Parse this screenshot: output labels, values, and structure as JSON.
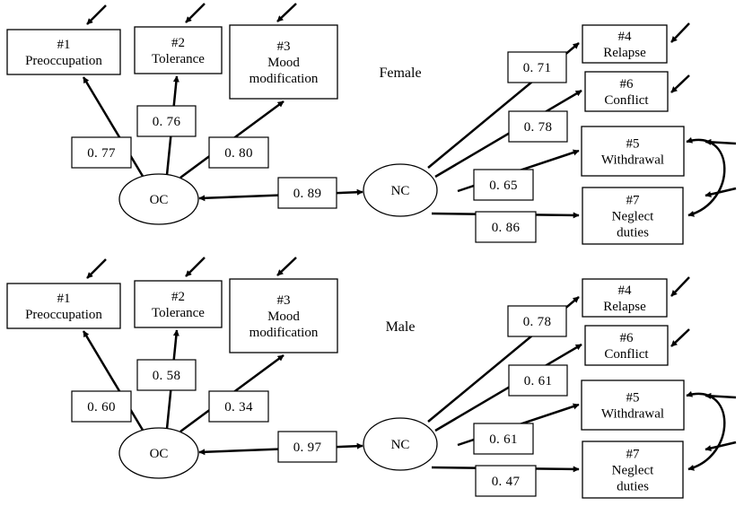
{
  "panels": [
    {
      "title": "Female",
      "oc_label": "OC",
      "nc_label": "NC",
      "latent_correlation": "0. 89",
      "oc_items": [
        {
          "num": "#1",
          "lines": [
            "Preoccupation"
          ],
          "loading": "0. 77"
        },
        {
          "num": "#2",
          "lines": [
            "Tolerance"
          ],
          "loading": "0. 76"
        },
        {
          "num": "#3",
          "lines": [
            "Mood",
            "modification"
          ],
          "loading": "0. 80"
        }
      ],
      "nc_items": [
        {
          "num": "#4",
          "lines": [
            "Relapse"
          ],
          "loading": "0. 71"
        },
        {
          "num": "#6",
          "lines": [
            "Conflict"
          ],
          "loading": "0. 78"
        },
        {
          "num": "#5",
          "lines": [
            "Withdrawal"
          ],
          "loading": "0. 65"
        },
        {
          "num": "#7",
          "lines": [
            "Neglect",
            "duties"
          ],
          "loading": "0. 86"
        }
      ]
    },
    {
      "title": "Male",
      "oc_label": "OC",
      "nc_label": "NC",
      "latent_correlation": "0. 97",
      "oc_items": [
        {
          "num": "#1",
          "lines": [
            "Preoccupation"
          ],
          "loading": "0. 60"
        },
        {
          "num": "#2",
          "lines": [
            "Tolerance"
          ],
          "loading": "0. 58"
        },
        {
          "num": "#3",
          "lines": [
            "Mood",
            "modification"
          ],
          "loading": "0. 34"
        }
      ],
      "nc_items": [
        {
          "num": "#4",
          "lines": [
            "Relapse"
          ],
          "loading": "0. 78"
        },
        {
          "num": "#6",
          "lines": [
            "Conflict"
          ],
          "loading": "0. 61"
        },
        {
          "num": "#5",
          "lines": [
            "Withdrawal"
          ],
          "loading": "0. 61"
        },
        {
          "num": "#7",
          "lines": [
            "Neglect",
            "duties"
          ],
          "loading": "0. 47"
        }
      ]
    }
  ]
}
